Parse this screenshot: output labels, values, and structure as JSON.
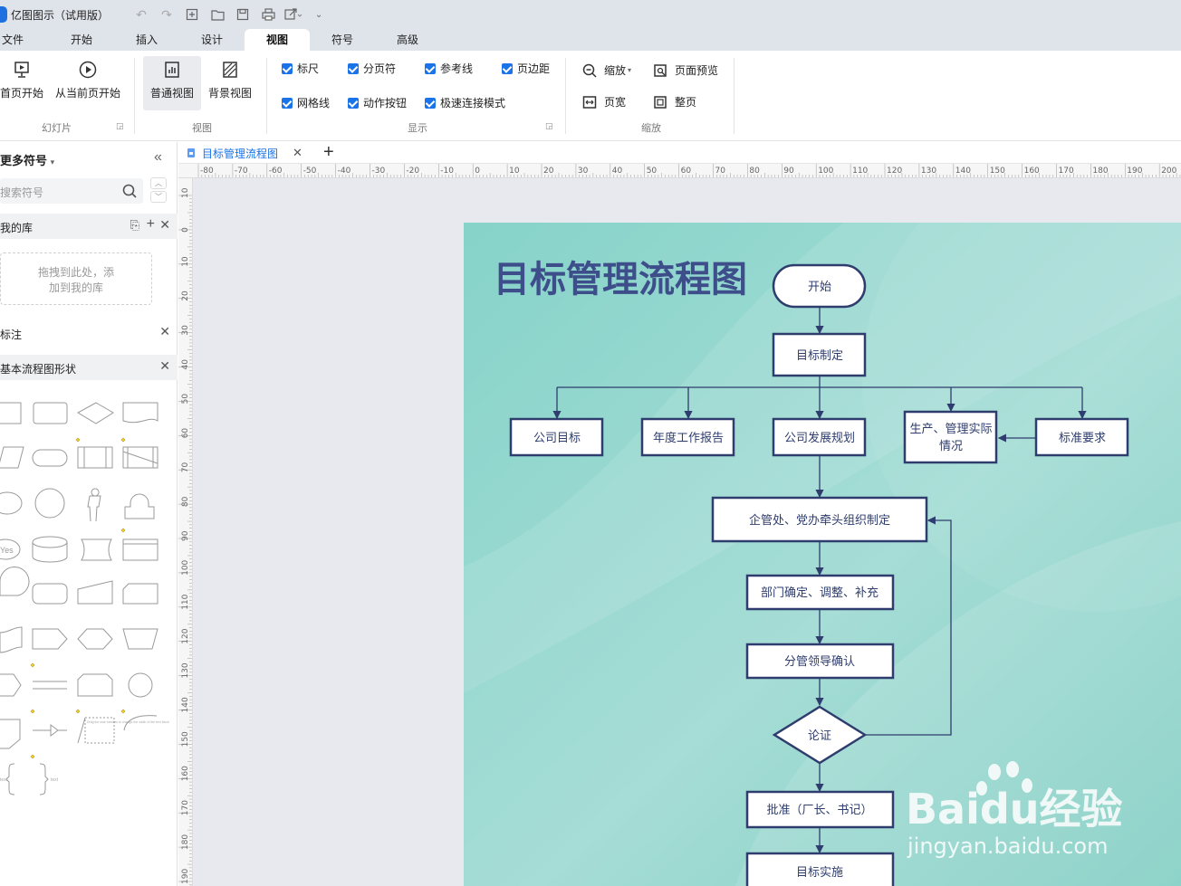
{
  "app": {
    "title": "亿图图示（试用版）"
  },
  "menu_tabs": [
    "文件",
    "开始",
    "插入",
    "设计",
    "视图",
    "符号",
    "高级"
  ],
  "active_tab": "视图",
  "ribbon": {
    "slideshow": {
      "from_first": "首页开始",
      "from_current": "从当前页开始",
      "group_label": "幻灯片"
    },
    "view": {
      "normal": "普通视图",
      "background": "背景视图",
      "group_label": "视图"
    },
    "display": {
      "row1": [
        "标尺",
        "分页符",
        "参考线",
        "页边距"
      ],
      "row2": [
        "网格线",
        "动作按钮",
        "极速连接模式"
      ],
      "group_label": "显示"
    },
    "zoom": {
      "zoom": "缩放",
      "page_preview": "页面预览",
      "page_width": "页宽",
      "whole_page": "整页",
      "group_label": "缩放"
    }
  },
  "left_panel": {
    "title": "更多符号",
    "search_placeholder": "搜索符号",
    "my_library": "我的库",
    "drop_hint_1": "拖拽到此处，添",
    "drop_hint_2": "加到我的库",
    "annotation": "标注",
    "basic_flowchart": "基本流程图形状",
    "shape_labels": {
      "yes": "Yes",
      "note": "Drag the side handles to change the width of the text block",
      "text": "text"
    }
  },
  "document": {
    "tab_title": "目标管理流程图"
  },
  "ruler": {
    "horizontal": [
      "-80",
      "-70",
      "-60",
      "-50",
      "-40",
      "-30",
      "-20",
      "-10",
      "0",
      "10",
      "20",
      "30",
      "40",
      "50",
      "60",
      "70",
      "80",
      "90",
      "100",
      "110",
      "120",
      "130",
      "140",
      "150",
      "160",
      "170",
      "180",
      "190",
      "200"
    ],
    "vertical": [
      "10",
      "0",
      "10",
      "20",
      "30",
      "40",
      "50",
      "60",
      "70",
      "80",
      "90",
      "100",
      "110",
      "120",
      "130",
      "140",
      "150",
      "160",
      "170",
      "180",
      "190"
    ]
  },
  "flowchart": {
    "title": "目标管理流程图",
    "start": "开始",
    "n1": "目标制定",
    "branches": [
      "公司目标",
      "年度工作报告",
      "公司发展规划"
    ],
    "production_1": "生产、管理实际",
    "production_2": "情况",
    "standard": "标准要求",
    "n2": "企管处、党办牵头组织制定",
    "n3": "部门确定、调整、补充",
    "n4": "分管领导确认",
    "decision": "论证",
    "n5": "批准（厂长、书记）",
    "n6": "目标实施"
  },
  "watermark": {
    "brand": "Baidu经验",
    "url": "jingyan.baidu.com"
  },
  "colors": {
    "accent": "#1a73e8",
    "node_border": "#2e3d6e",
    "title": "#3d4e8a",
    "page_bg": "#9dd6ce"
  }
}
